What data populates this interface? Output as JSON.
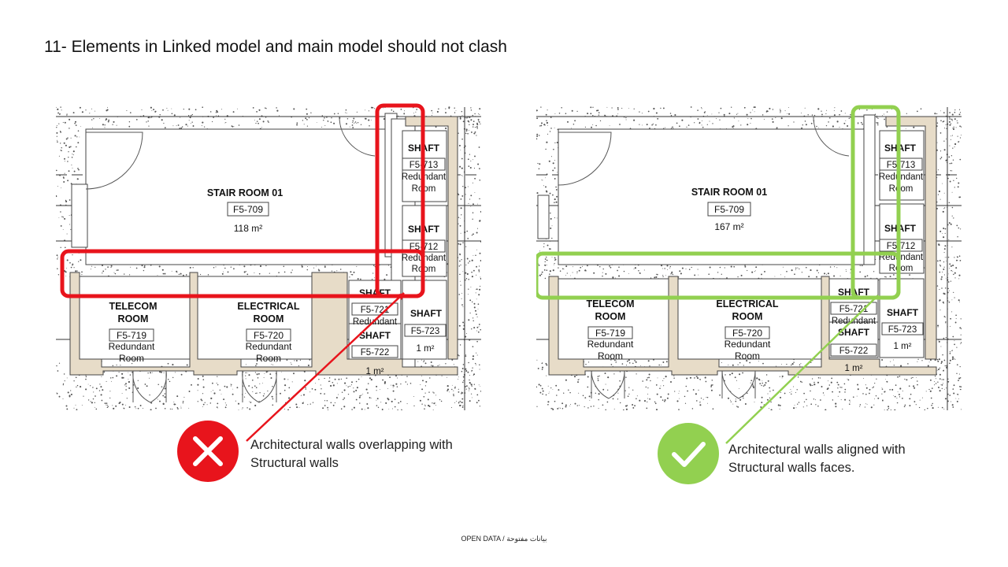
{
  "title": "11- Elements in Linked model and main model should not clash",
  "footer": "OPEN DATA / بيانات مفتوحة",
  "colors": {
    "bad": "#e8141c",
    "good": "#92d050",
    "wall_fill": "#e7dcc8",
    "wall_stroke": "#444444"
  },
  "icons": {
    "bad": "cross-icon",
    "good": "check-icon"
  },
  "left_plan": {
    "stair_name": "STAIR ROOM 01",
    "stair_id": "F5-709",
    "stair_area": "118 m²",
    "telecom_name_1": "TELECOM",
    "telecom_name_2": "ROOM",
    "telecom_id": "F5-719",
    "telecom_sub_1": "Redundant",
    "telecom_sub_2": "Room",
    "electrical_name_1": "ELECTRICAL",
    "electrical_name_2": "ROOM",
    "electrical_id": "F5-720",
    "electrical_sub_1": "Redundant",
    "electrical_sub_2": "Room",
    "shaft_713_name": "SHAFT",
    "shaft_713_id": "F5-713",
    "shaft_713_sub_1": "Redundant",
    "shaft_713_sub_2": "Room",
    "shaft_712_name": "SHAFT",
    "shaft_712_id": "F5-712",
    "shaft_712_sub_1": "Redundant",
    "shaft_712_sub_2": "Room",
    "shaft_721_name": "SHAFT",
    "shaft_721_id": "F5-721",
    "shaft_721_sub": "Redundant",
    "shaft_722_name": "SHAFT",
    "shaft_722_id": "F5-722",
    "shaft_722_area": "1 m²",
    "shaft_723_name": "SHAFT",
    "shaft_723_id": "F5-723",
    "shaft_723_area": "1 m²"
  },
  "right_plan": {
    "stair_name": "STAIR ROOM 01",
    "stair_id": "F5-709",
    "stair_area": "167 m²",
    "telecom_name_1": "TELECOM",
    "telecom_name_2": "ROOM",
    "telecom_id": "F5-719",
    "telecom_sub_1": "Redundant",
    "telecom_sub_2": "Room",
    "electrical_name_1": "ELECTRICAL",
    "electrical_name_2": "ROOM",
    "electrical_id": "F5-720",
    "electrical_sub_1": "Redundant",
    "electrical_sub_2": "Room",
    "shaft_713_name": "SHAFT",
    "shaft_713_id": "F5-713",
    "shaft_713_sub_1": "Redundant",
    "shaft_713_sub_2": "Room",
    "shaft_712_name": "SHAFT",
    "shaft_712_id": "F5-712",
    "shaft_712_sub_1": "Redundant",
    "shaft_712_sub_2": "Room",
    "shaft_721_name": "SHAFT",
    "shaft_721_id": "F5-721",
    "shaft_721_sub": "Redundant",
    "shaft_722_name": "SHAFT",
    "shaft_722_id": "F5-722",
    "shaft_722_area": "1 m²",
    "shaft_723_name": "SHAFT",
    "shaft_723_id": "F5-723",
    "shaft_723_area": "1 m²"
  },
  "notes": {
    "bad_1": "Architectural walls overlapping with",
    "bad_2": "Structural walls",
    "good_1": "Architectural walls aligned with",
    "good_2": "Structural walls faces."
  }
}
